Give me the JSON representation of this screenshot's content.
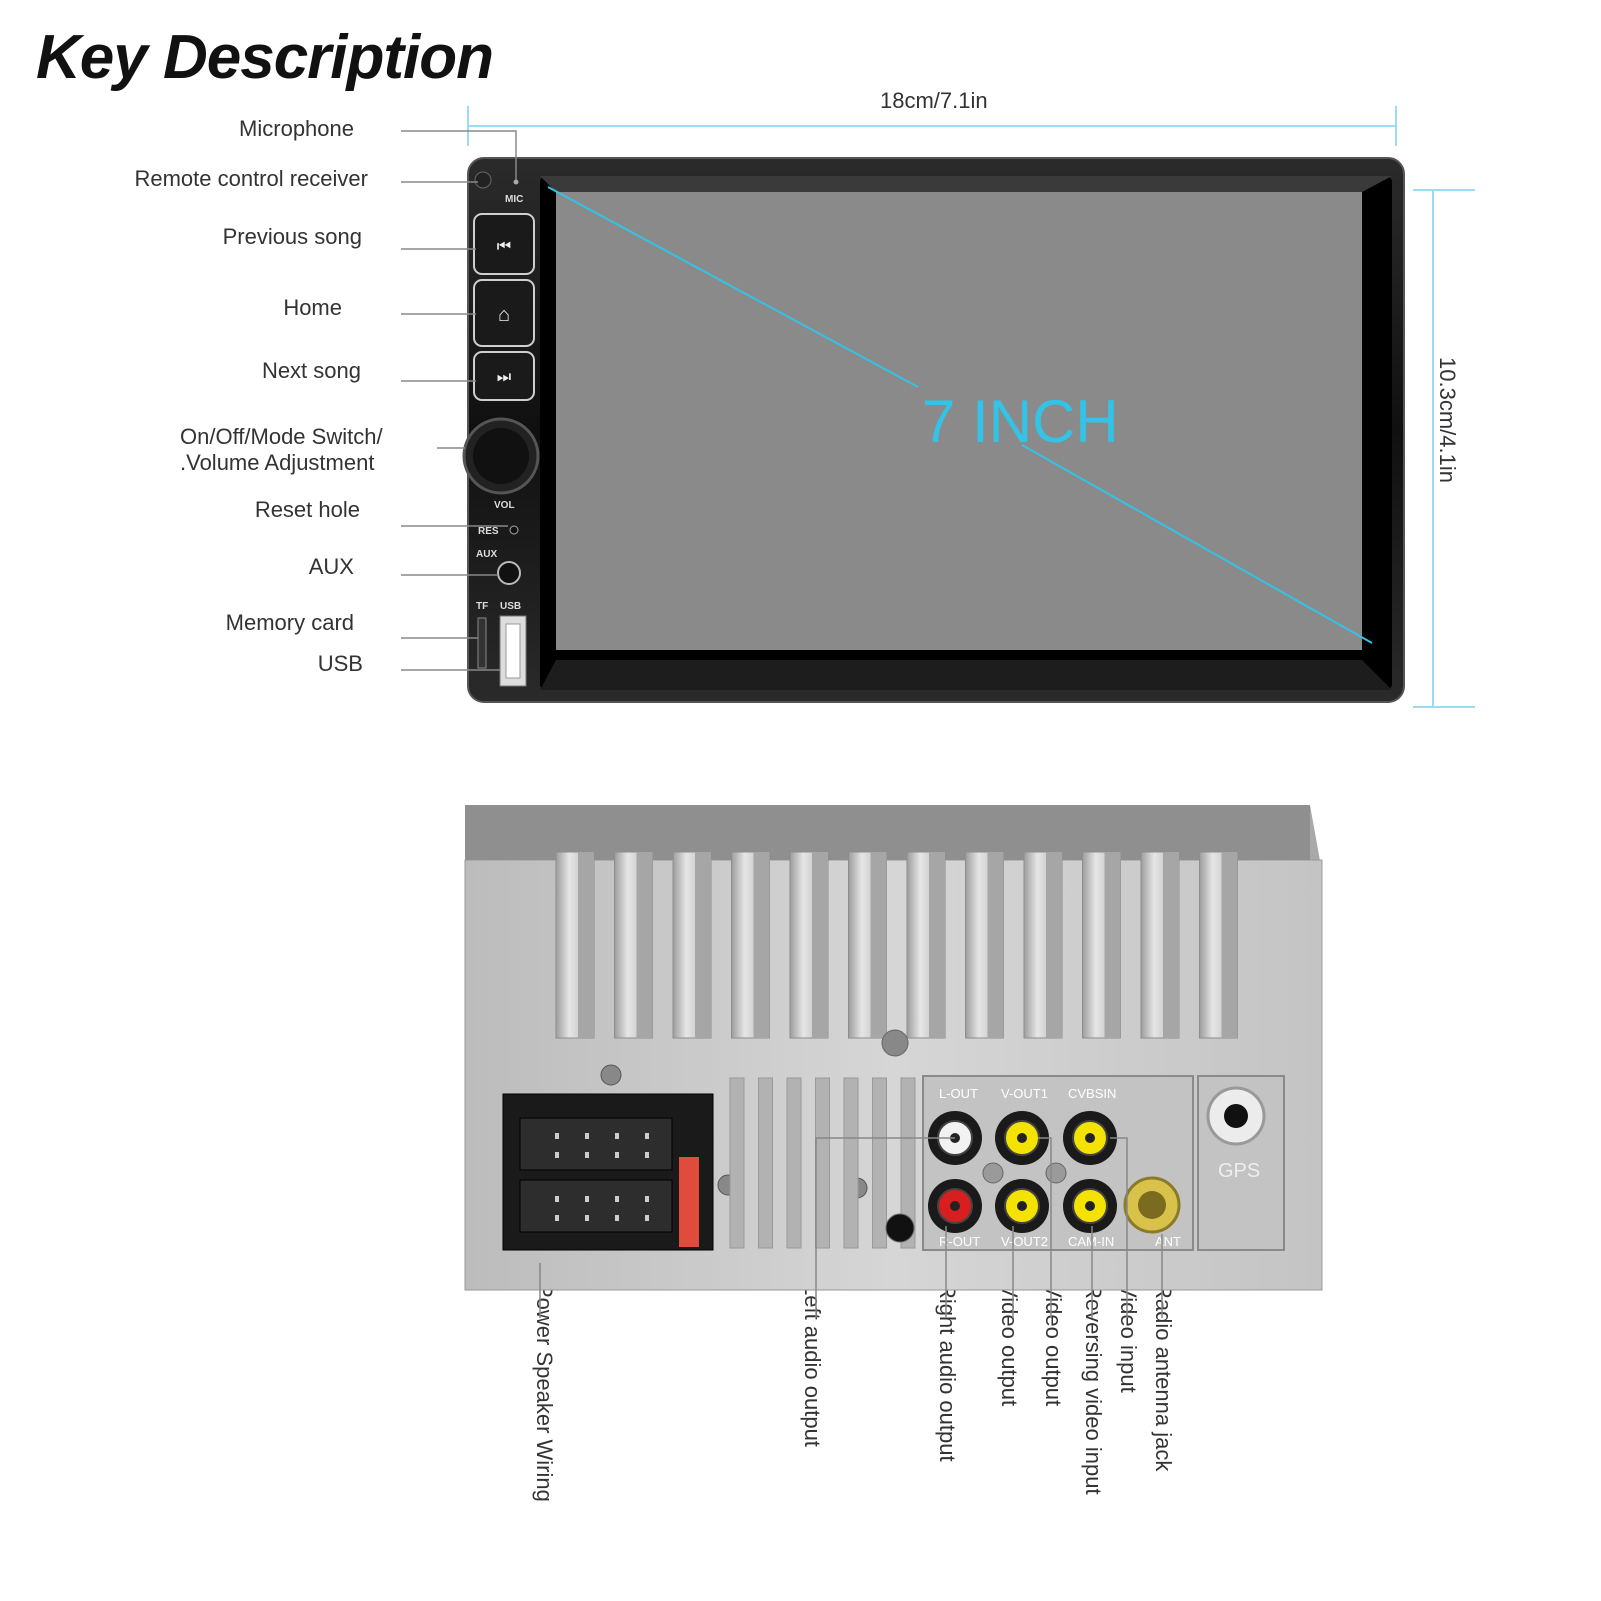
{
  "title": "Key Description",
  "dimensions": {
    "width": "18cm/7.1in",
    "height": "10.3cm/4.1in"
  },
  "screen": {
    "size_text": "7 INCH",
    "accent": "#33c3e6",
    "screen_color": "#8a8a8a"
  },
  "front_labels": [
    "Microphone",
    "Remote control receiver",
    "Previous song",
    "Home",
    "Next song",
    "On/Off/Mode Switch/",
    ".Volume Adjustment",
    "Reset hole",
    "AUX",
    "Memory card",
    "USB"
  ],
  "panel_marks": {
    "mic": "MIC",
    "vol": "VOL",
    "res": "RES",
    "aux": "AUX",
    "tf": "TF",
    "usb": "USB"
  },
  "rear_labels": [
    "Power Speaker Wiring",
    "Left audio output",
    "Right audio output",
    "Video output",
    "Video output",
    "Reversing video input",
    "Video input",
    "Radio antenna jack"
  ],
  "rear_marks": {
    "lout": "L-OUT",
    "vout1": "V-OUT1",
    "cvbsin": "CVBSIN",
    "rout": "R-OUT",
    "vout2": "V-OUT2",
    "camin": "CAM-IN",
    "ant": "ANT",
    "gps": "GPS"
  },
  "colors": {
    "rca_white": "#f2f2f2",
    "rca_yellow": "#f4e200",
    "rca_red": "#d81e1e",
    "metal": "#c9c9c9",
    "fuse": "#e14b3c"
  }
}
